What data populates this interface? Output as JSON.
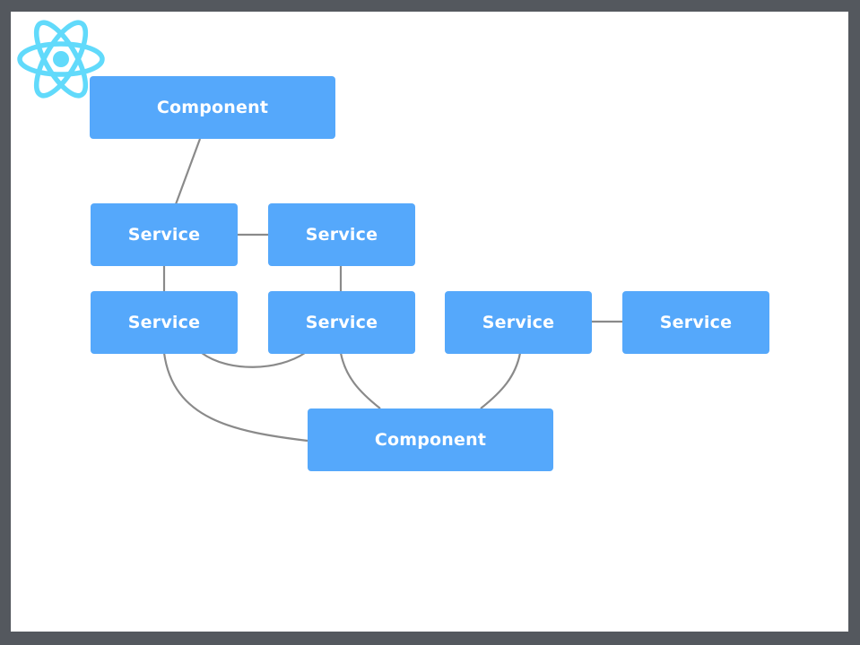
{
  "diagram": {
    "top_component": "Component",
    "bottom_component": "Component",
    "services": [
      "Service",
      "Service",
      "Service",
      "Service",
      "Service",
      "Service"
    ]
  },
  "colors": {
    "node_fill": "#55a8fb",
    "node_text": "#ffffff",
    "connector": "#8a8a8a",
    "logo": "#61dafb",
    "frame": "#54585e"
  },
  "icons": {
    "logo": "react-atom-icon"
  }
}
